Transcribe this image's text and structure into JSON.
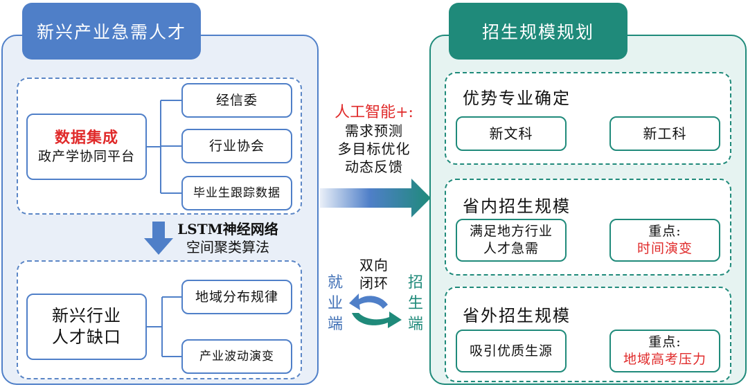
{
  "left_panel": {
    "title": "新兴产业急需人才",
    "hub": {
      "line1": "数据集成",
      "line2": "政产学协同平台"
    },
    "sources": [
      "经信委",
      "行业协会",
      "毕业生跟踪数据"
    ],
    "algorithm": {
      "line1": "LSTM神经网络",
      "line2": "空间聚类算法"
    },
    "gap": {
      "line1": "新兴行业",
      "line2": "人才缺口"
    },
    "patterns": [
      "地域分布规律",
      "产业波动演变"
    ]
  },
  "middle": {
    "ai_title": "人工智能+:",
    "ai_items": [
      "需求预测",
      "多目标优化",
      "动态反馈"
    ],
    "loop": {
      "line1": "双向",
      "line2": "闭环"
    },
    "employment_side": [
      "就",
      "业",
      "端"
    ],
    "admission_side": [
      "招",
      "生",
      "端"
    ]
  },
  "right_panel": {
    "title": "招生规模规划",
    "sections": [
      {
        "title": "优势专业确定",
        "left": "新文科",
        "right": "新工科"
      },
      {
        "title": "省内招生规模",
        "left_line1": "满足地方行业",
        "left_line2": "人才急需",
        "right_label": "重点:",
        "right_value": "时间演变"
      },
      {
        "title": "省外招生规模",
        "left": "吸引优质生源",
        "right_label": "重点:",
        "right_value": "地域高考压力"
      }
    ]
  },
  "colors": {
    "blue": "#4f7fc8",
    "teal": "#1f8a7a",
    "red": "#e02a2a"
  }
}
